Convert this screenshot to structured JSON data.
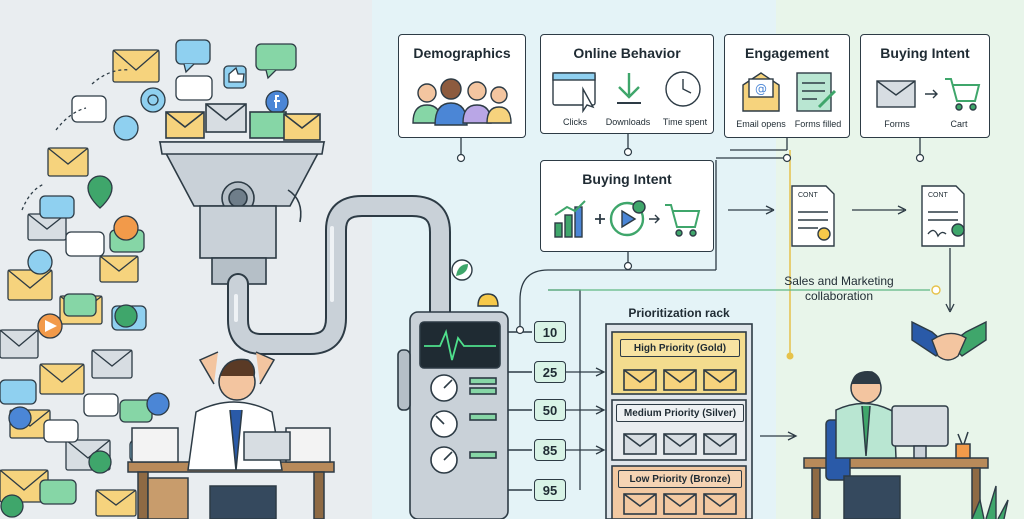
{
  "cards": {
    "demographics": {
      "title": "Demographics"
    },
    "online_behavior": {
      "title": "Online Behavior",
      "labels": [
        "Clicks",
        "Downloads",
        "Time spent"
      ]
    },
    "engagement": {
      "title": "Engagement",
      "labels": [
        "Email opens",
        "Forms filled"
      ]
    },
    "buying_intent_top": {
      "title": "Buying Intent",
      "labels": [
        "Forms",
        "Cart"
      ]
    },
    "buying_intent_mid": {
      "title": "Buying Intent"
    }
  },
  "scores": [
    "10",
    "25",
    "50",
    "85",
    "95"
  ],
  "rack": {
    "title": "Prioritization rack",
    "tiers": [
      "High Priority (Gold)",
      "Medium Priority (Silver)",
      "Low Priority (Bronze)"
    ]
  },
  "documents": {
    "label": "CONT"
  },
  "collaboration": {
    "text": "Sales and Marketing collaboration"
  },
  "colors": {
    "accent_green": "#3fa66b",
    "gold": "#f3dc8e",
    "silver": "#dfe3e7",
    "bronze": "#f2c9a2",
    "line_yellow": "#e6c24a"
  }
}
